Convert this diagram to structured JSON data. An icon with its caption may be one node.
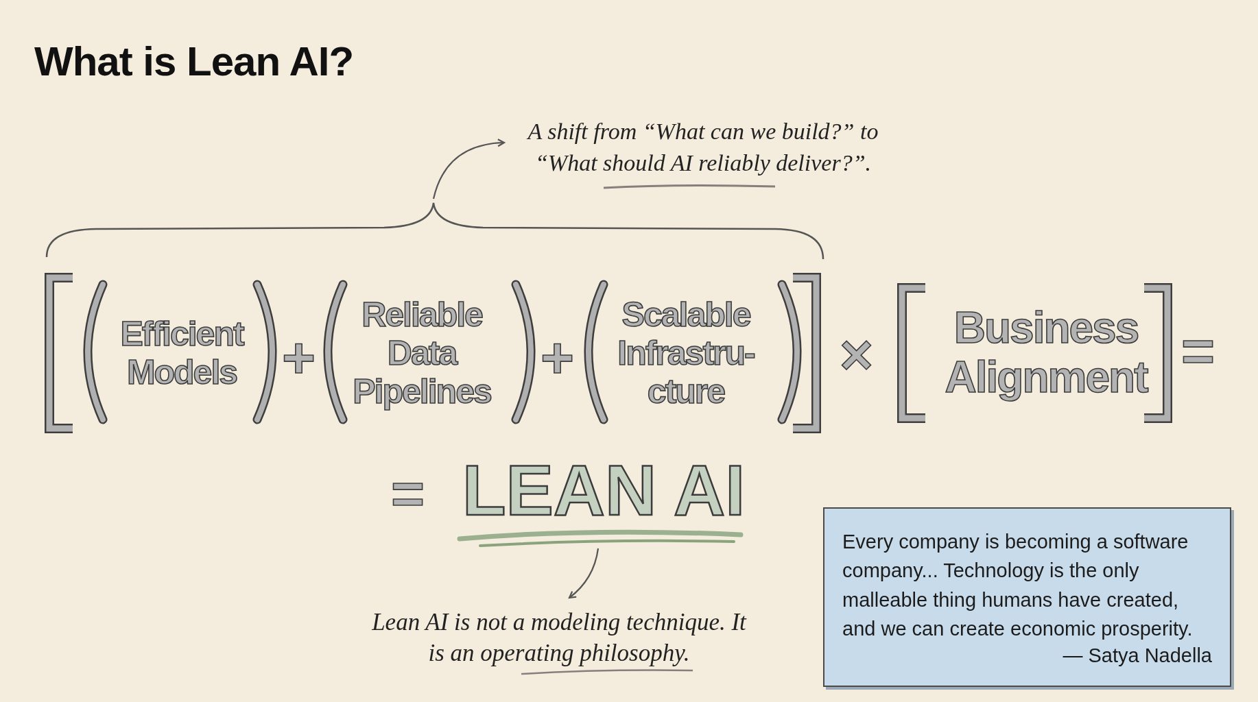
{
  "diagram": {
    "title": "What is Lean AI?",
    "nodes": [
      {
        "text": [
          "Efficient Models"
        ]
      },
      {
        "text": [
          "Reliable Data Pipelines"
        ]
      },
      {
        "text": [
          "Scalable Infrastru- cture"
        ]
      },
      {
        "text": [
          "Business Alignment"
        ]
      },
      {
        "text": [
          "LEAN AI"
        ]
      },
      {
        "text": [
          "A shift from “What can we build?” to “What should AI reliably deliver?”."
        ]
      },
      {
        "text": [
          "Lean AI is not a modeling technique. It is an operating philosophy."
        ]
      },
      {
        "text": [
          "Every company is becoming a software company... Technology is the only malleable thing humans have created, and we can create economic prosperity.",
          "— Satya Nadella"
        ]
      },
      {
        "text": [],
        "shape": "brace"
      }
    ],
    "edges": [
      {
        "from": 8,
        "to": 5,
        "arrow": "to"
      },
      {
        "from": 4,
        "to": 6,
        "arrow": "to"
      }
    ],
    "labels": [
      "+",
      "+",
      "×",
      "=",
      "="
    ]
  }
}
